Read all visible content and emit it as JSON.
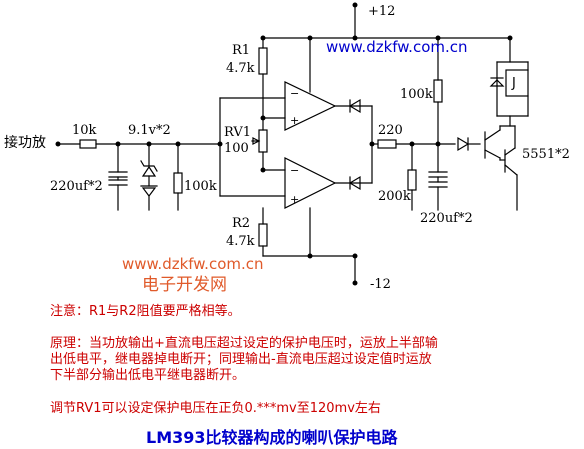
{
  "labels": {
    "vplus": "+12",
    "vminus": "-12",
    "input": "接功放",
    "r_in": "10k",
    "zener": "9.1v*2",
    "cap_in": "220uf*2",
    "r_shunt": "100k",
    "r1": "R1",
    "r1_val": "4.7k",
    "rv1": "RV1",
    "rv1_val": "100",
    "r2": "R2",
    "r2_val": "4.7k",
    "r_out": "220",
    "r_pull": "100k",
    "r_200k": "200k",
    "cap_out": "220uf*2",
    "transistor": "5551*2",
    "relay": "J"
  },
  "watermark": {
    "url_top": "www.dzkfw.com.cn",
    "url_mid": "www.dzkfw.com.cn",
    "site_name": "电子开发网"
  },
  "notes": {
    "note1": "注意：R1与R2阻值要严格相等。",
    "principle_1": "原理：当功放输出+直流电压超过设定的保护电压时，运放上半部输",
    "principle_2": "出低电平，继电器掉电断开；同理输出-直流电压超过设定值时运放",
    "principle_3": "下半部分输出低电平继电器断开。",
    "adjust": "调节RV1可以设定保护电压在正负0.***mv至120mv左右"
  },
  "title": "LM393比较器构成的喇叭保护电路",
  "colors": {
    "wire": "#000000",
    "annotation_blue": "#0000cc",
    "note_red": "#cc0000",
    "watermark_red": "#e05a2a"
  }
}
